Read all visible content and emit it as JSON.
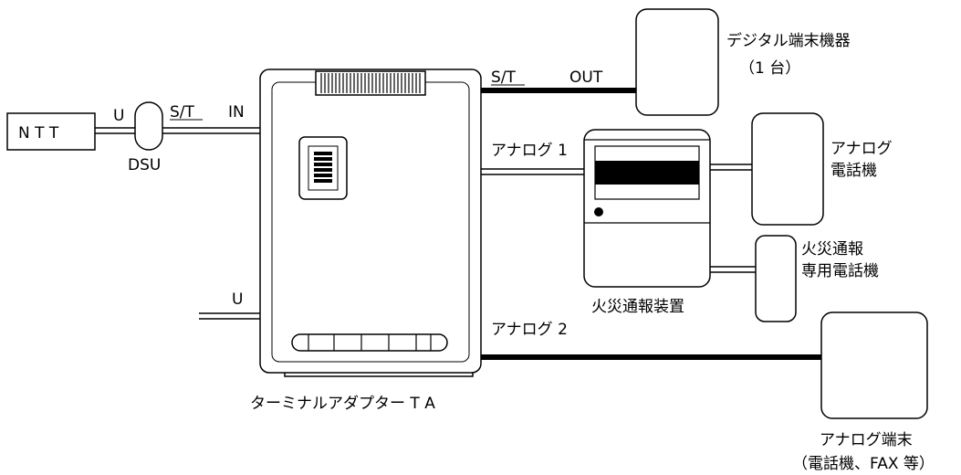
{
  "labels": {
    "ntt": "N T T",
    "u_left": "U",
    "st_left": "S/T",
    "in": "IN",
    "dsu": "DSU",
    "st_top": "S/T",
    "out": "OUT",
    "analog1": "アナログ 1",
    "u_bottom": "U",
    "analog2": "アナログ 2",
    "digital_line1": "デジタル端末機器",
    "digital_line2": "（1 台）",
    "analog_phone_line1": "アナログ",
    "analog_phone_line2": "電話機",
    "fire_phone_line1": "火災通報",
    "fire_phone_line2": "専用電話機",
    "fire_device": "火災通報装置",
    "ta": "ターミナルアダプター T A",
    "analog_terminal_line1": "アナログ端末",
    "analog_terminal_line2": "（電話機、FAX 等）"
  },
  "colors": {
    "line": "#000000",
    "background": "#ffffff"
  }
}
